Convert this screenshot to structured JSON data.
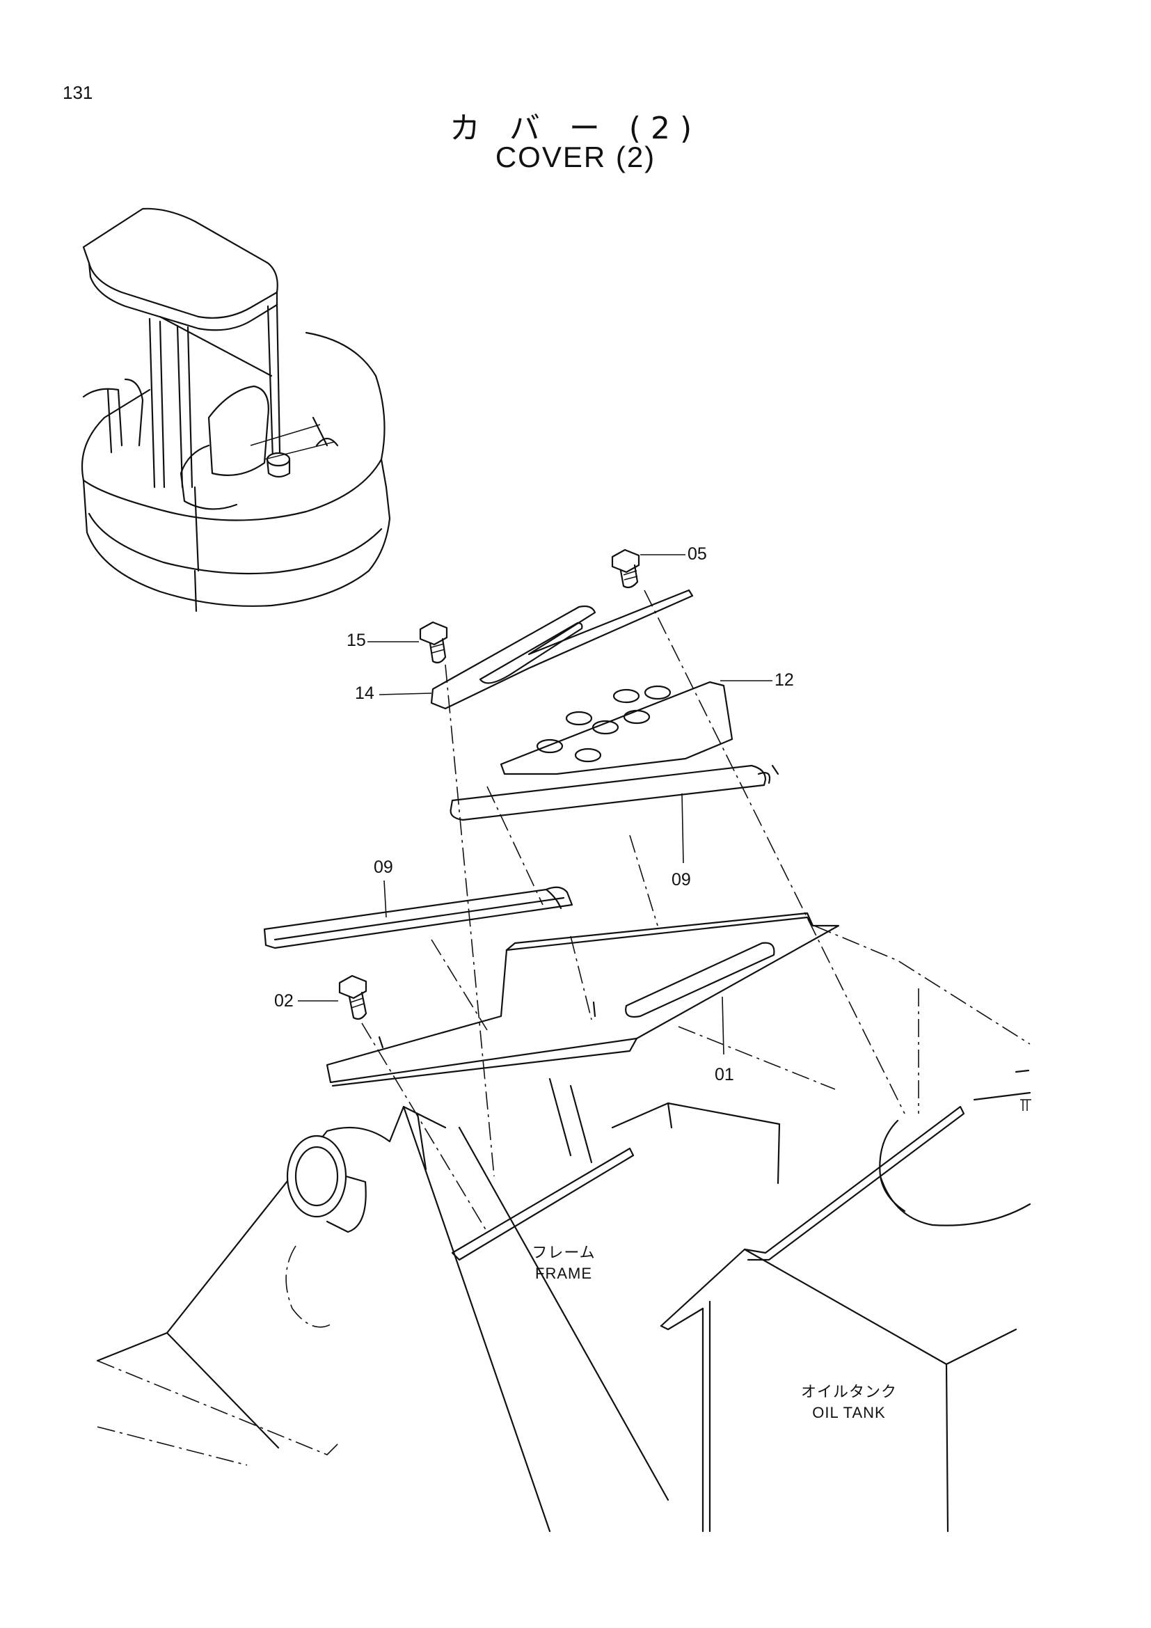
{
  "page_number": "131",
  "title": {
    "japanese": "カ バ ー  (2)",
    "english": "COVER (2)"
  },
  "callouts": [
    "05",
    "15",
    "14",
    "12",
    "09",
    "09",
    "02",
    "01"
  ],
  "labels": {
    "frame_jp": "フレーム",
    "frame_en": "FRAME",
    "oil_tank_jp": "オイルタンク",
    "oil_tank_en": "OIL TANK"
  }
}
